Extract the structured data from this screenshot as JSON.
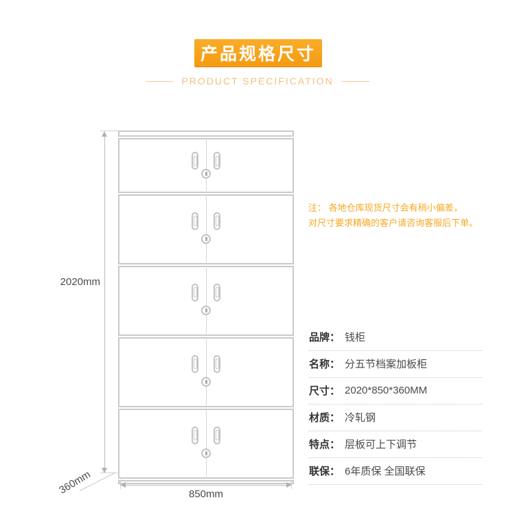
{
  "header": {
    "title": "产品规格尺寸",
    "subtitle": "PRODUCT SPECIFICATION"
  },
  "note": {
    "line1": "注： 各地仓库现货尺寸会有稍小偏差，",
    "line2": "对尺寸要求精确的客户请咨询客服后下单。"
  },
  "dimensions": {
    "height": "2020mm",
    "depth": "360mm",
    "width": "850mm"
  },
  "specs": [
    {
      "label": "品牌：",
      "value": "钱柜"
    },
    {
      "label": "名称：",
      "value": "分五节档案加板柜"
    },
    {
      "label": "尺寸：",
      "value": "2020*850*360MM"
    },
    {
      "label": "材质：",
      "value": "冷轧钢"
    },
    {
      "label": "特点：",
      "value": "层板可上下调节"
    },
    {
      "label": "联保：",
      "value": "6年质保 全国联保"
    }
  ],
  "icons": {
    "lock": "keyhole-circle",
    "handle": "recessed-door-handle"
  },
  "colors": {
    "accent": "#F7A823",
    "accent_light": "#F3C081",
    "drawing_line": "#C9C9C9",
    "dimension_text": "#4A4A4A"
  }
}
